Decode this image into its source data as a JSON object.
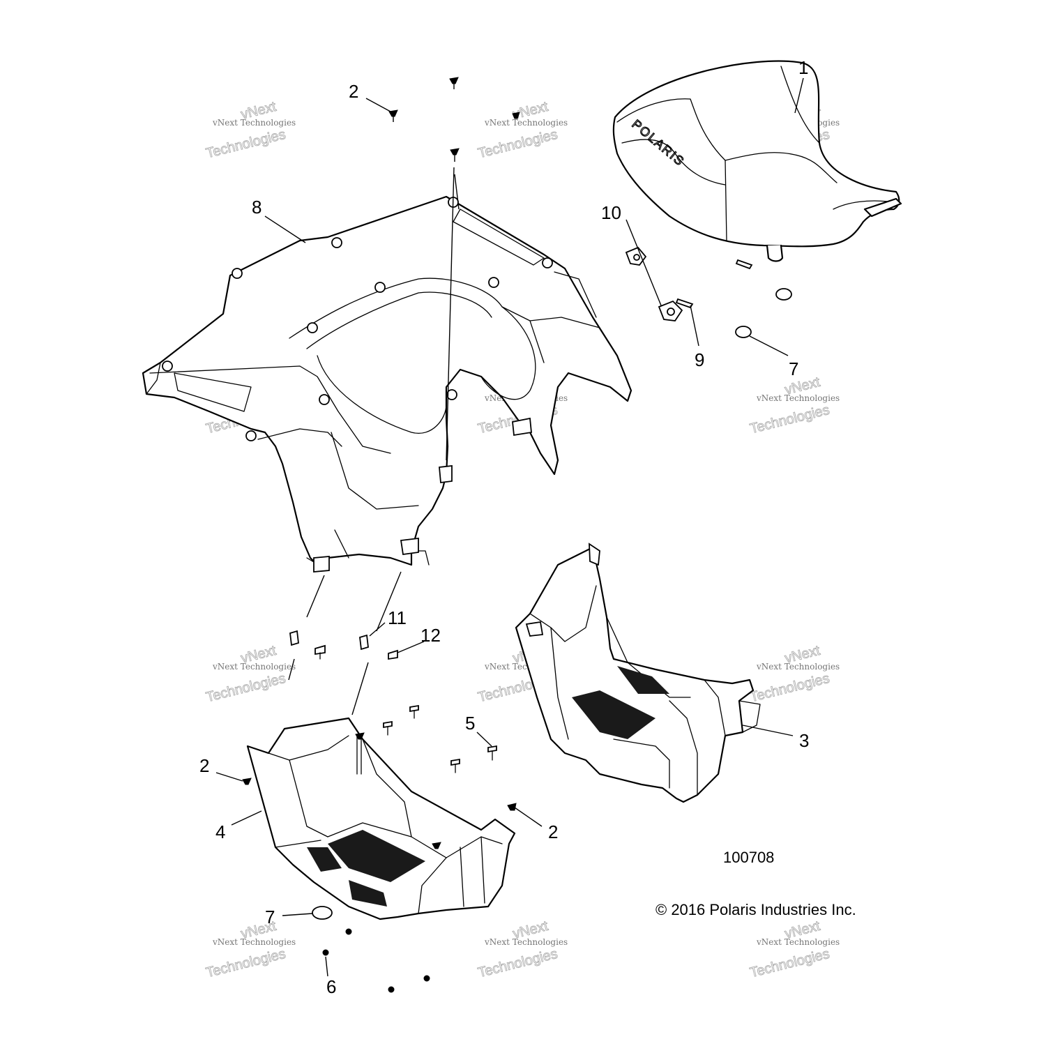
{
  "callouts": [
    {
      "id": "c1",
      "text": "1"
    },
    {
      "id": "c2a",
      "text": "2"
    },
    {
      "id": "c2b",
      "text": "2"
    },
    {
      "id": "c2c",
      "text": "2"
    },
    {
      "id": "c3",
      "text": "3"
    },
    {
      "id": "c4",
      "text": "4"
    },
    {
      "id": "c5",
      "text": "5"
    },
    {
      "id": "c6",
      "text": "6"
    },
    {
      "id": "c7a",
      "text": "7"
    },
    {
      "id": "c7b",
      "text": "7"
    },
    {
      "id": "c8",
      "text": "8"
    },
    {
      "id": "c9",
      "text": "9"
    },
    {
      "id": "c10",
      "text": "10"
    },
    {
      "id": "c11",
      "text": "11"
    },
    {
      "id": "c12",
      "text": "12"
    }
  ],
  "diagram_number": "100708",
  "copyright": "© 2016 Polaris Industries Inc.",
  "seat_brand": "POLARIS",
  "watermark": {
    "line1": "vNext",
    "line2": "vNext Technologies",
    "line3": "Technologies"
  }
}
